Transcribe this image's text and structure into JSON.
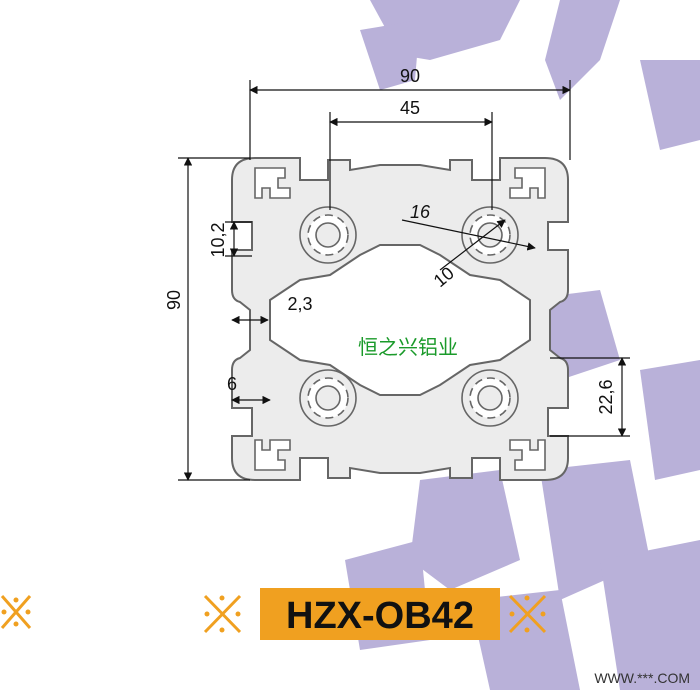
{
  "dimensions": {
    "overall_width": "90",
    "slot_pitch": "45",
    "core_outer_dia": "16",
    "core_inner_dia": "10",
    "slot_height": "10,2",
    "overall_height": "90",
    "wall_thickness": "2,3",
    "slot_opening": "6",
    "slot_depth": "22,6"
  },
  "watermark_text": "恒之兴铝业",
  "model_label": "HZX-OB42",
  "site_label": "WWW.***.COM",
  "colors": {
    "background": "#ffffff",
    "background_decor": "#b9b1d9",
    "profile_fill": "#ececec",
    "profile_stroke": "#666666",
    "model_badge": "#f0a020",
    "ornament": "#f0a020",
    "watermark": "#1a9a2a",
    "dimension_line": "#111111"
  }
}
